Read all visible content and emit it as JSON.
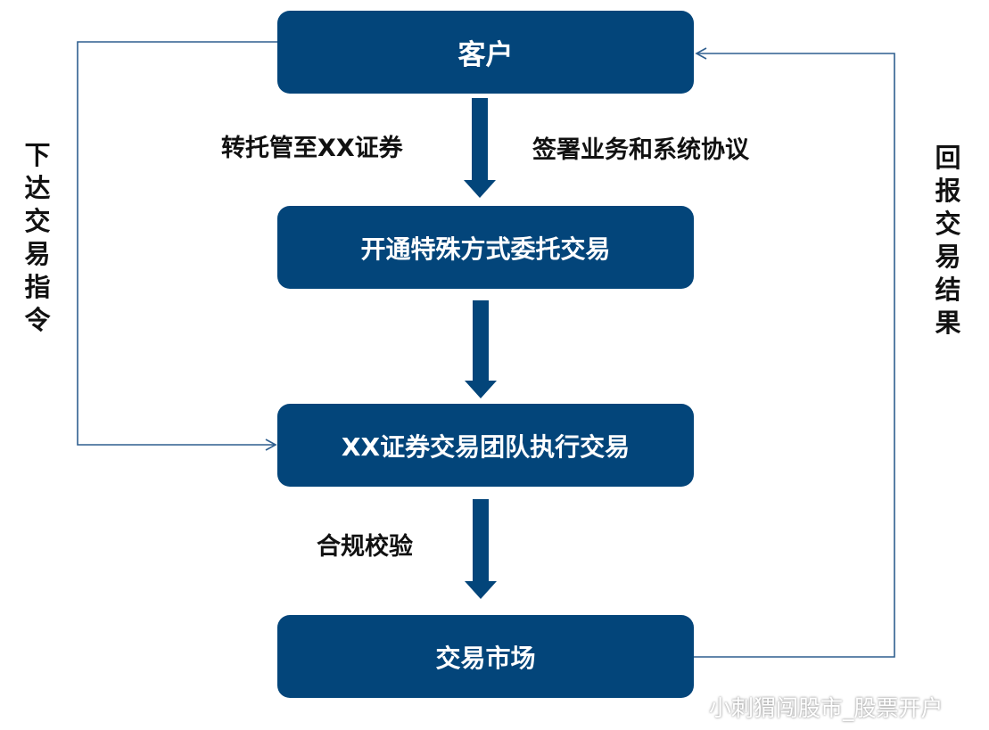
{
  "nodes": {
    "client": "客户",
    "open_special": "开通特殊方式委托交易",
    "team_execute": "XX证券交易团队执行交易",
    "market": "交易市场"
  },
  "edge_labels": {
    "transfer": "转托管至XX证券",
    "sign": "签署业务和系统协议",
    "compliance": "合规校验",
    "issue_order": "下达交易指令",
    "report_result": "回报交易结果"
  },
  "watermark": "小刺猬闯股市_股票开户",
  "colors": {
    "box": "#03457a",
    "line": "#2f5f8f"
  }
}
